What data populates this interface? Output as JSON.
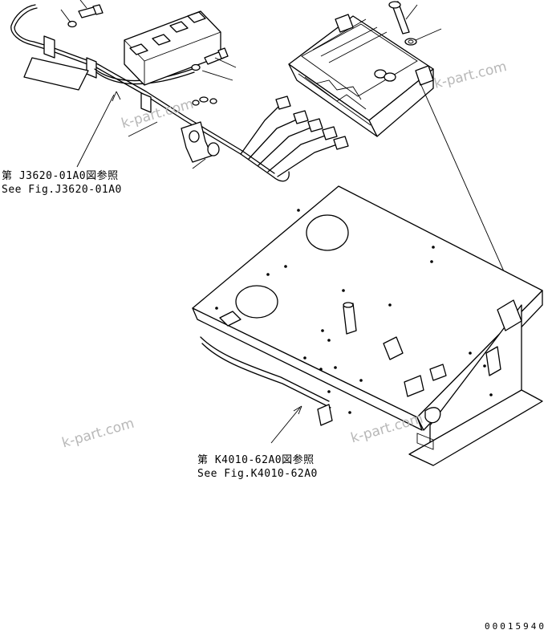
{
  "references": {
    "ref1_jp": "第 J3620-01A0図参照",
    "ref1_en": "See Fig.J3620-01A0",
    "ref2_jp": "第 K4010-62A0図参照",
    "ref2_en": "See Fig.K4010-62A0"
  },
  "watermarks": [
    "k-part.com",
    "k-part.com",
    "k-part.com",
    "k-part.com"
  ],
  "drawing_code": "00015940",
  "colors": {
    "line": "#000000",
    "watermark": "#b8b8b8",
    "background": "#ffffff"
  }
}
